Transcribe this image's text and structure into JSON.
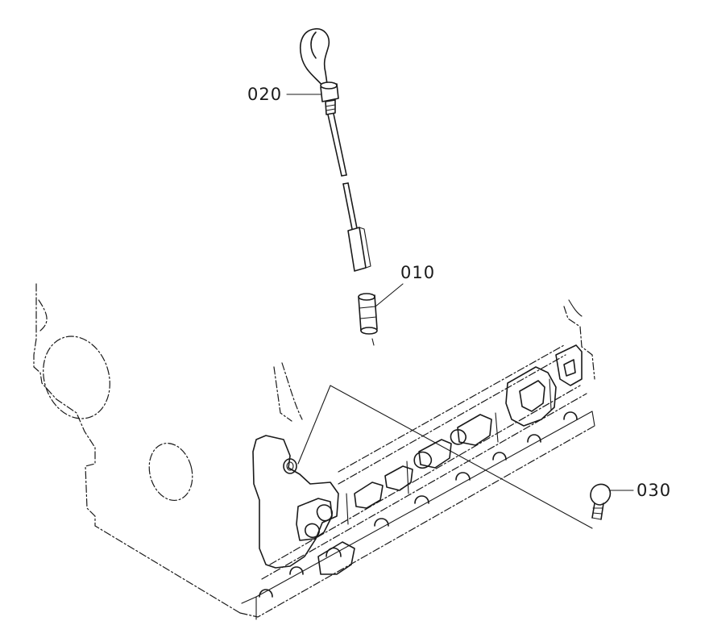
{
  "diagram": {
    "type": "exploded-parts-view",
    "callouts": [
      {
        "id": "020",
        "label": "020",
        "part": "dipstick-handle"
      },
      {
        "id": "010",
        "label": "010",
        "part": "dipstick-guide-tube"
      },
      {
        "id": "030",
        "label": "030",
        "part": "plug-bolt"
      }
    ],
    "colors": {
      "line": "#1a1a1a",
      "background": "#ffffff"
    }
  }
}
